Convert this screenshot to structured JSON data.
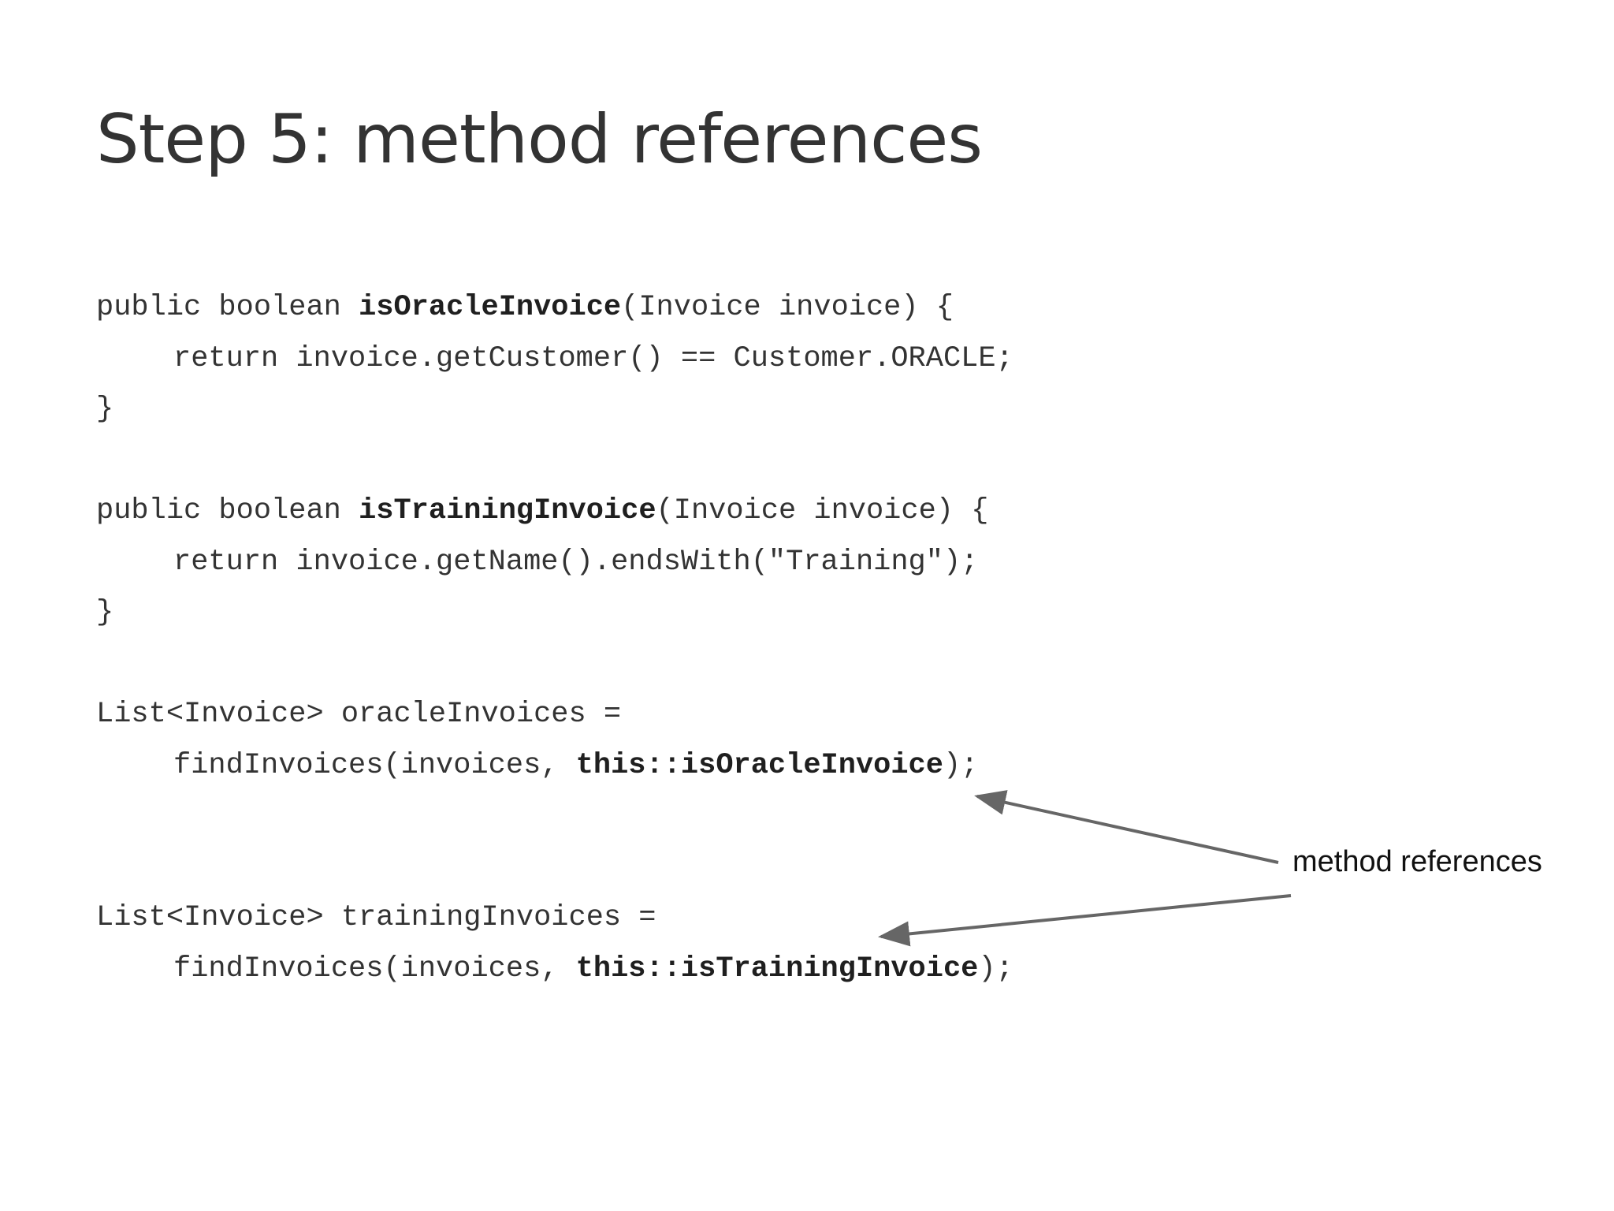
{
  "slide": {
    "title": "Step 5: method references",
    "annotation": "method references"
  },
  "code": {
    "block1": {
      "l1_pre": "public boolean ",
      "l1_bold": "isOracleInvoice",
      "l1_post": "(Invoice invoice) {",
      "l2": "return invoice.getCustomer() == Customer.ORACLE;",
      "l3": "}"
    },
    "block2": {
      "l1_pre": "public boolean ",
      "l1_bold": "isTrainingInvoice",
      "l1_post": "(Invoice invoice) {",
      "l2": "return invoice.getName().endsWith(\"Training\");",
      "l3": "}"
    },
    "block3": {
      "l1": "List<Invoice> oracleInvoices =",
      "l2_pre": "findInvoices(invoices, ",
      "l2_bold": "this::isOracleInvoice",
      "l2_post": ");"
    },
    "block4": {
      "l1": "List<Invoice> trainingInvoices =",
      "l2_pre": "findInvoices(invoices, ",
      "l2_bold": "this::isTrainingInvoice",
      "l2_post": ");"
    }
  },
  "colors": {
    "text": "#333333",
    "arrow": "#666666"
  }
}
